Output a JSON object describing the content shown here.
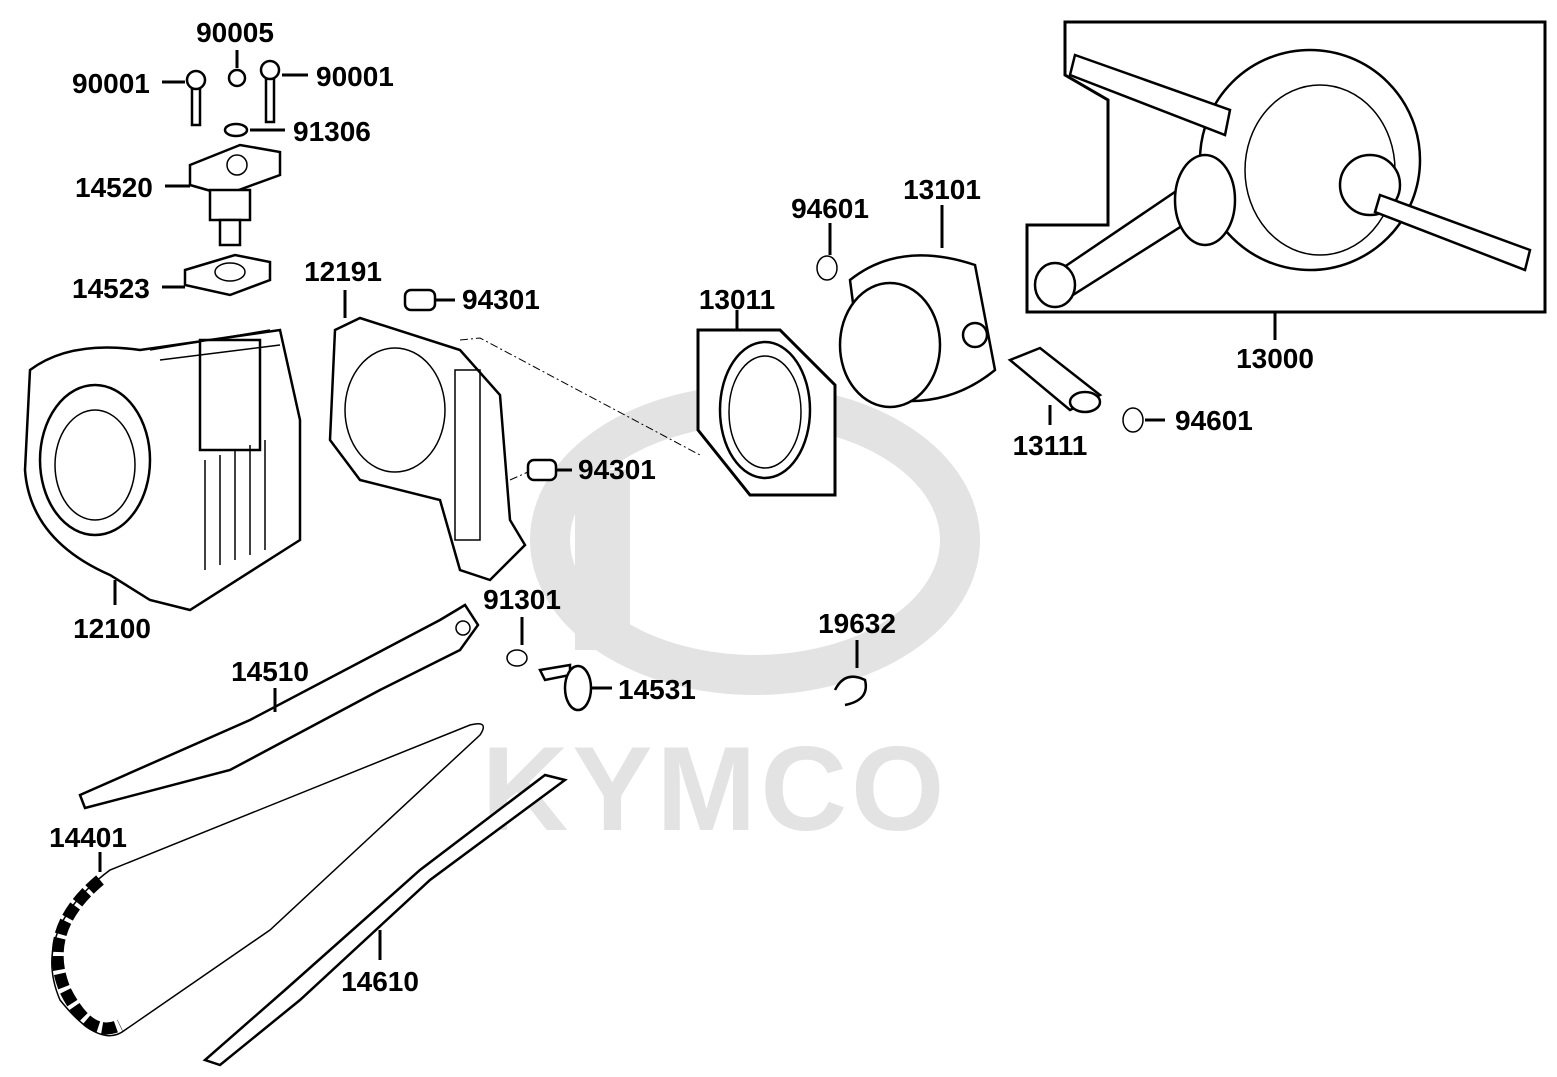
{
  "diagram": {
    "watermark": "KYMCO",
    "parts": {
      "p90005": "90005",
      "p90001_left": "90001",
      "p90001_right": "90001",
      "p91306": "91306",
      "p14520": "14520",
      "p14523": "14523",
      "p12191": "12191",
      "p94301_top": "94301",
      "p94301_bottom": "94301",
      "p13011": "13011",
      "p94601_top": "94601",
      "p94601_right": "94601",
      "p13101": "13101",
      "p13000": "13000",
      "p13111": "13111",
      "p12100": "12100",
      "p91301": "91301",
      "p19632": "19632",
      "p14510": "14510",
      "p14531": "14531",
      "p14401": "14401",
      "p14610": "14610"
    }
  }
}
